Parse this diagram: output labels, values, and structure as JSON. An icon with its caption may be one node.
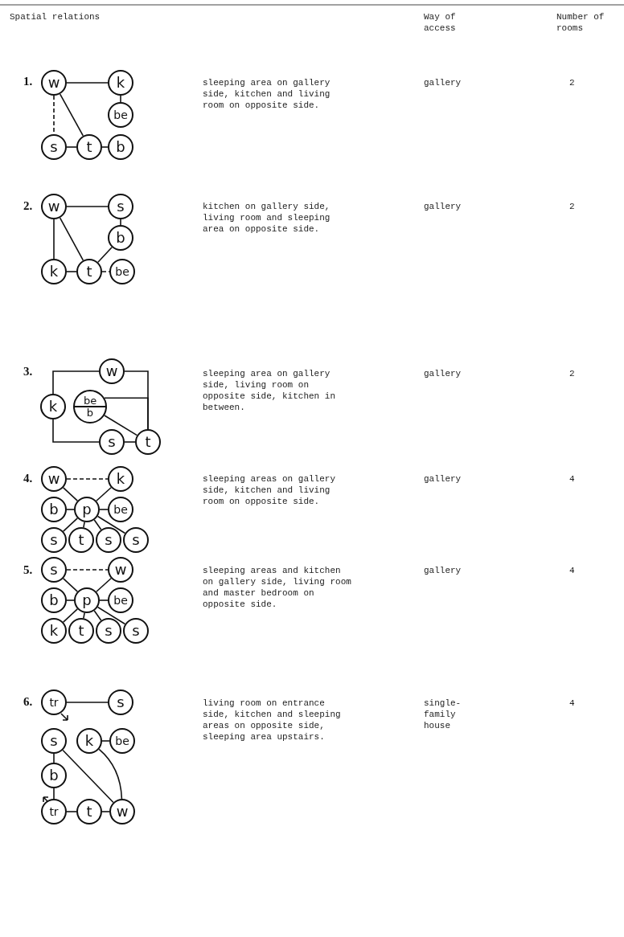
{
  "diagram": {
    "nodes": [
      {
        "text": [
          "w"
        ]
      },
      {
        "text": [
          "k"
        ]
      },
      {
        "text": [
          "be"
        ]
      },
      {
        "text": [
          "s"
        ]
      },
      {
        "text": [
          "t"
        ]
      },
      {
        "text": [
          "b"
        ]
      },
      {
        "text": [
          "w"
        ]
      },
      {
        "text": [
          "s"
        ]
      },
      {
        "text": [
          "b"
        ]
      },
      {
        "text": [
          "k"
        ]
      },
      {
        "text": [
          "t"
        ]
      },
      {
        "text": [
          "be"
        ]
      },
      {
        "text": [
          "w"
        ]
      },
      {
        "text": [
          "k"
        ]
      },
      {
        "text": [
          "be",
          "b"
        ]
      },
      {
        "text": [
          "s"
        ]
      },
      {
        "text": [
          "t"
        ]
      },
      {
        "text": [
          "w"
        ]
      },
      {
        "text": [
          "k"
        ]
      },
      {
        "text": [
          "b"
        ]
      },
      {
        "text": [
          "p"
        ]
      },
      {
        "text": [
          "be"
        ]
      },
      {
        "text": [
          "s"
        ]
      },
      {
        "text": [
          "t"
        ]
      },
      {
        "text": [
          "s"
        ]
      },
      {
        "text": [
          "s"
        ]
      },
      {
        "text": [
          "s"
        ]
      },
      {
        "text": [
          "w"
        ]
      },
      {
        "text": [
          "b"
        ]
      },
      {
        "text": [
          "p"
        ]
      },
      {
        "text": [
          "be"
        ]
      },
      {
        "text": [
          "k"
        ]
      },
      {
        "text": [
          "t"
        ]
      },
      {
        "text": [
          "s"
        ]
      },
      {
        "text": [
          "s"
        ]
      },
      {
        "text": [
          "tr"
        ]
      },
      {
        "text": [
          "s"
        ]
      },
      {
        "text": [
          "s"
        ]
      },
      {
        "text": [
          "k"
        ]
      },
      {
        "text": [
          "be"
        ]
      },
      {
        "text": [
          "b"
        ]
      },
      {
        "text": [
          "tr"
        ]
      },
      {
        "text": [
          "t"
        ]
      },
      {
        "text": [
          "w"
        ]
      }
    ],
    "edges": [
      {
        "from": 0,
        "to": 1,
        "arrow": "none"
      },
      {
        "from": 1,
        "to": 2,
        "arrow": "none"
      },
      {
        "from": 0,
        "to": 3,
        "arrow": "none",
        "style": "dashed"
      },
      {
        "from": 0,
        "to": 4,
        "arrow": "none"
      },
      {
        "from": 3,
        "to": 4,
        "arrow": "none"
      },
      {
        "from": 4,
        "to": 5,
        "arrow": "none"
      },
      {
        "from": 6,
        "to": 7,
        "arrow": "none"
      },
      {
        "from": 7,
        "to": 8,
        "arrow": "none"
      },
      {
        "from": 6,
        "to": 9,
        "arrow": "none"
      },
      {
        "from": 6,
        "to": 10,
        "arrow": "none"
      },
      {
        "from": 8,
        "to": 10,
        "arrow": "none"
      },
      {
        "from": 9,
        "to": 10,
        "arrow": "none"
      },
      {
        "from": 10,
        "to": 11,
        "arrow": "none",
        "style": "dashed"
      },
      {
        "from": 12,
        "to": 13,
        "arrow": "none"
      },
      {
        "from": 12,
        "to": 16,
        "arrow": "none"
      },
      {
        "from": 14,
        "to": 16,
        "arrow": "none"
      },
      {
        "from": 14,
        "to": 16,
        "arrow": "none"
      },
      {
        "from": 13,
        "to": 15,
        "arrow": "none"
      },
      {
        "from": 15,
        "to": 16,
        "arrow": "none"
      },
      {
        "from": 17,
        "to": 18,
        "arrow": "none",
        "style": "dashed"
      },
      {
        "from": 17,
        "to": 20,
        "arrow": "none"
      },
      {
        "from": 18,
        "to": 20,
        "arrow": "none"
      },
      {
        "from": 19,
        "to": 20,
        "arrow": "none"
      },
      {
        "from": 20,
        "to": 21,
        "arrow": "none"
      },
      {
        "from": 20,
        "to": 22,
        "arrow": "none"
      },
      {
        "from": 20,
        "to": 23,
        "arrow": "none"
      },
      {
        "from": 20,
        "to": 24,
        "arrow": "none"
      },
      {
        "from": 20,
        "to": 25,
        "arrow": "none"
      },
      {
        "from": 26,
        "to": 27,
        "arrow": "none",
        "style": "dashed"
      },
      {
        "from": 26,
        "to": 29,
        "arrow": "none"
      },
      {
        "from": 27,
        "to": 29,
        "arrow": "none"
      },
      {
        "from": 28,
        "to": 29,
        "arrow": "none"
      },
      {
        "from": 29,
        "to": 30,
        "arrow": "none"
      },
      {
        "from": 29,
        "to": 31,
        "arrow": "none"
      },
      {
        "from": 29,
        "to": 32,
        "arrow": "none"
      },
      {
        "from": 29,
        "to": 33,
        "arrow": "none"
      },
      {
        "from": 29,
        "to": 34,
        "arrow": "none"
      },
      {
        "from": 35,
        "to": 36,
        "arrow": "none"
      },
      {
        "from": 38,
        "to": 39,
        "arrow": "none"
      },
      {
        "from": 37,
        "to": 40,
        "arrow": "none"
      },
      {
        "from": 37,
        "to": 43,
        "arrow": "none"
      },
      {
        "from": 38,
        "to": 43,
        "arrow": "none"
      },
      {
        "from": 40,
        "to": 41,
        "arrow": "none"
      },
      {
        "from": 41,
        "to": 42,
        "arrow": "none"
      },
      {
        "from": 42,
        "to": 43,
        "arrow": "none"
      }
    ],
    "labels": [
      "Spatial relations",
      "Way of access",
      "Number of rooms",
      "1.",
      "sleeping area on gallery side, kitchen and living room on opposite side.",
      "gallery",
      "2",
      "2.",
      "kitchen on gallery side, living room and sleeping area on opposite side.",
      "gallery",
      "2",
      "3.",
      "sleeping area on gallery side, living room on opposite side, kitchen in between.",
      "gallery",
      "2",
      "4.",
      "sleeping areas on gallery side, kitchen and living room on opposite side.",
      "gallery",
      "4",
      "5.",
      "sleeping areas and kitchen on gallery side, living room and master bedroom on opposite side.",
      "gallery",
      "4",
      "6.",
      "living room on entrance side, kitchen and sleeping areas on opposite side, sleeping area upstairs.",
      "single- family house",
      "4"
    ]
  }
}
